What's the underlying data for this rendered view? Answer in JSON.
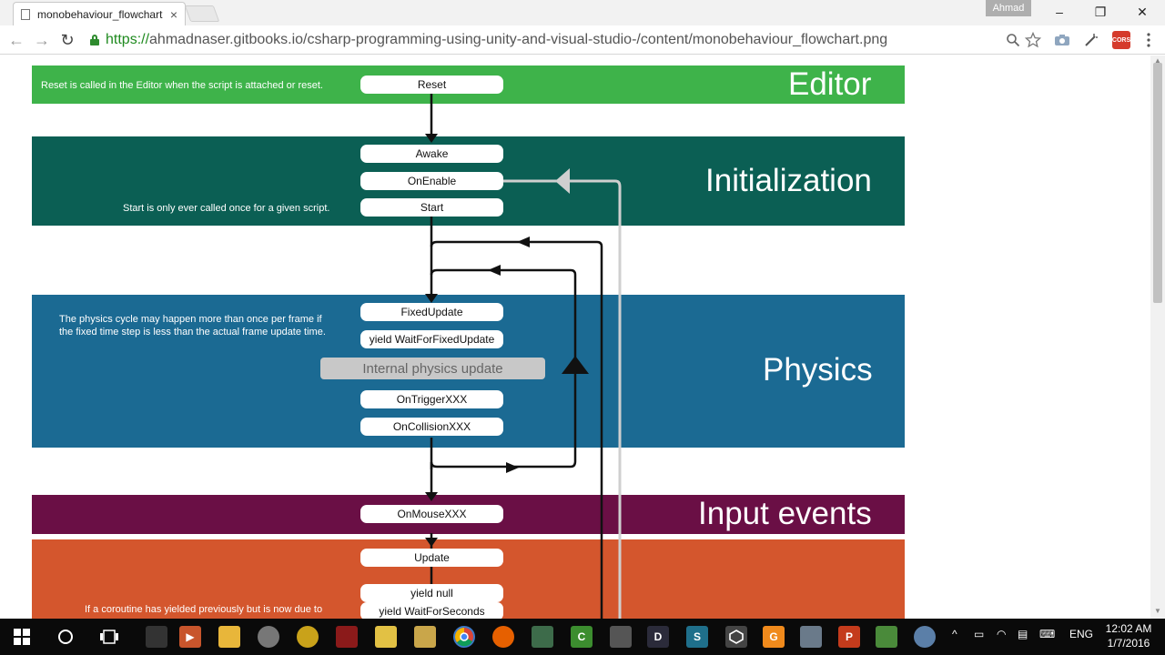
{
  "browser": {
    "tab_title": "monobehaviour_flowchart",
    "tab_close": "×",
    "profile_name": "Ahmad",
    "url_scheme": "https://",
    "url_rest": "ahmadnaser.gitbooks.io/csharp-programming-using-unity-and-visual-studio-/content/monobehaviour_flowchart.png",
    "window_controls": {
      "minimize": "–",
      "restore": "❐",
      "close": "✕"
    },
    "nav": {
      "back": "←",
      "forward": "→",
      "reload": "↻"
    },
    "cors_label": "CORS"
  },
  "flowchart": {
    "editor": {
      "title": "Editor",
      "color": "#3eb34a",
      "note": "Reset is called in the Editor when the script is attached or reset.",
      "nodes": [
        "Reset"
      ]
    },
    "initialization": {
      "title": "Initialization",
      "color": "#0b5f54",
      "note": "Start is only ever called once for a given script.",
      "nodes": [
        "Awake",
        "OnEnable",
        "Start"
      ]
    },
    "physics": {
      "title": "Physics",
      "color": "#1b6a93",
      "note": "The physics cycle may happen more than once per frame if\nthe fixed time step is less than the actual frame update time.",
      "nodes": [
        "FixedUpdate",
        "yield WaitForFixedUpdate",
        "Internal physics update",
        "OnTriggerXXX",
        "OnCollisionXXX"
      ]
    },
    "input_events": {
      "title": "Input events",
      "color": "#6a0f45",
      "nodes": [
        "OnMouseXXX"
      ]
    },
    "game_logic": {
      "color": "#d4562d",
      "note": "If a coroutine has yielded previously but is now due to",
      "nodes": [
        "Update",
        "yield null",
        "yield WaitForSeconds"
      ]
    }
  },
  "taskbar": {
    "language": "ENG",
    "time": "12:02 AM",
    "date": "1/7/2016",
    "app_letters": {
      "d": "D",
      "s": "S",
      "g": "G",
      "p": "P"
    }
  }
}
